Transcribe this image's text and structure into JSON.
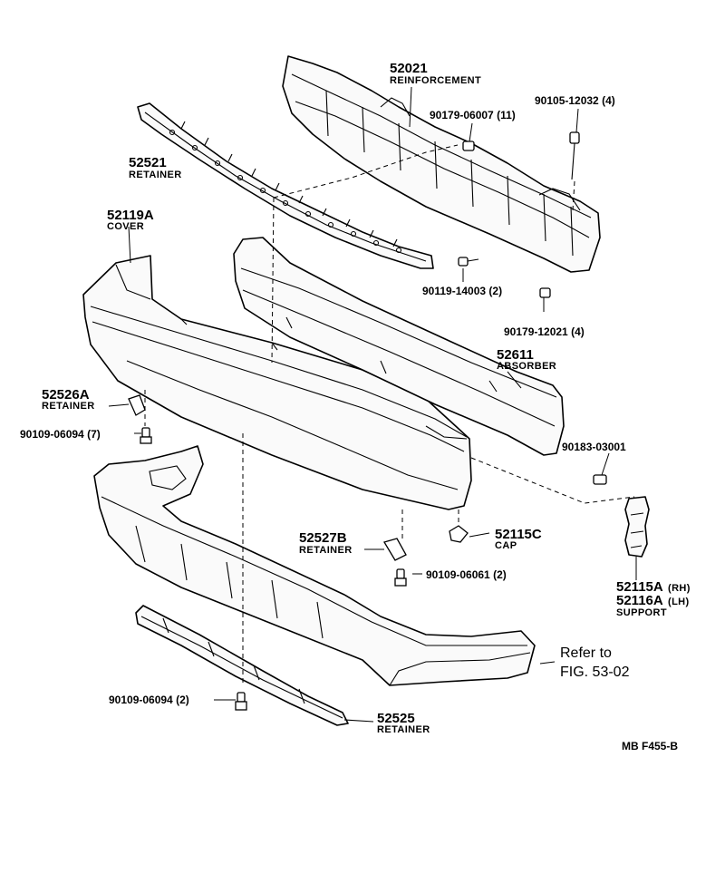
{
  "parts": {
    "reinforcement": {
      "number": "52021",
      "name": "REINFORCEMENT"
    },
    "retainer_top": {
      "number": "52521",
      "name": "RETAINER"
    },
    "cover": {
      "number": "52119A",
      "name": "COVER"
    },
    "absorber": {
      "number": "52611",
      "name": "ABSORBER"
    },
    "retainer_left": {
      "number": "52526A",
      "name": "RETAINER"
    },
    "retainer_mid": {
      "number": "52527B",
      "name": "RETAINER"
    },
    "cap": {
      "number": "52115C",
      "name": "CAP"
    },
    "support": {
      "number_rh": "52115A",
      "suffix_rh": "(RH)",
      "number_lh": "52116A",
      "suffix_lh": "(LH)",
      "name": "SUPPORT"
    },
    "retainer_bottom": {
      "number": "52525",
      "name": "RETAINER"
    }
  },
  "hardware": {
    "h1": "90105-12032 (4)",
    "h2": "90179-06007 (11)",
    "h3": "90119-14003 (2)",
    "h4": "90179-12021 (4)",
    "h5": "90109-06094 (7)",
    "h6": "90183-03001",
    "h7": "90109-06061 (2)",
    "h8": "90109-06094 (2)"
  },
  "reference": {
    "line1": "Refer to",
    "line2": "FIG. 53-02"
  },
  "figure_code": "MB  F455-B"
}
